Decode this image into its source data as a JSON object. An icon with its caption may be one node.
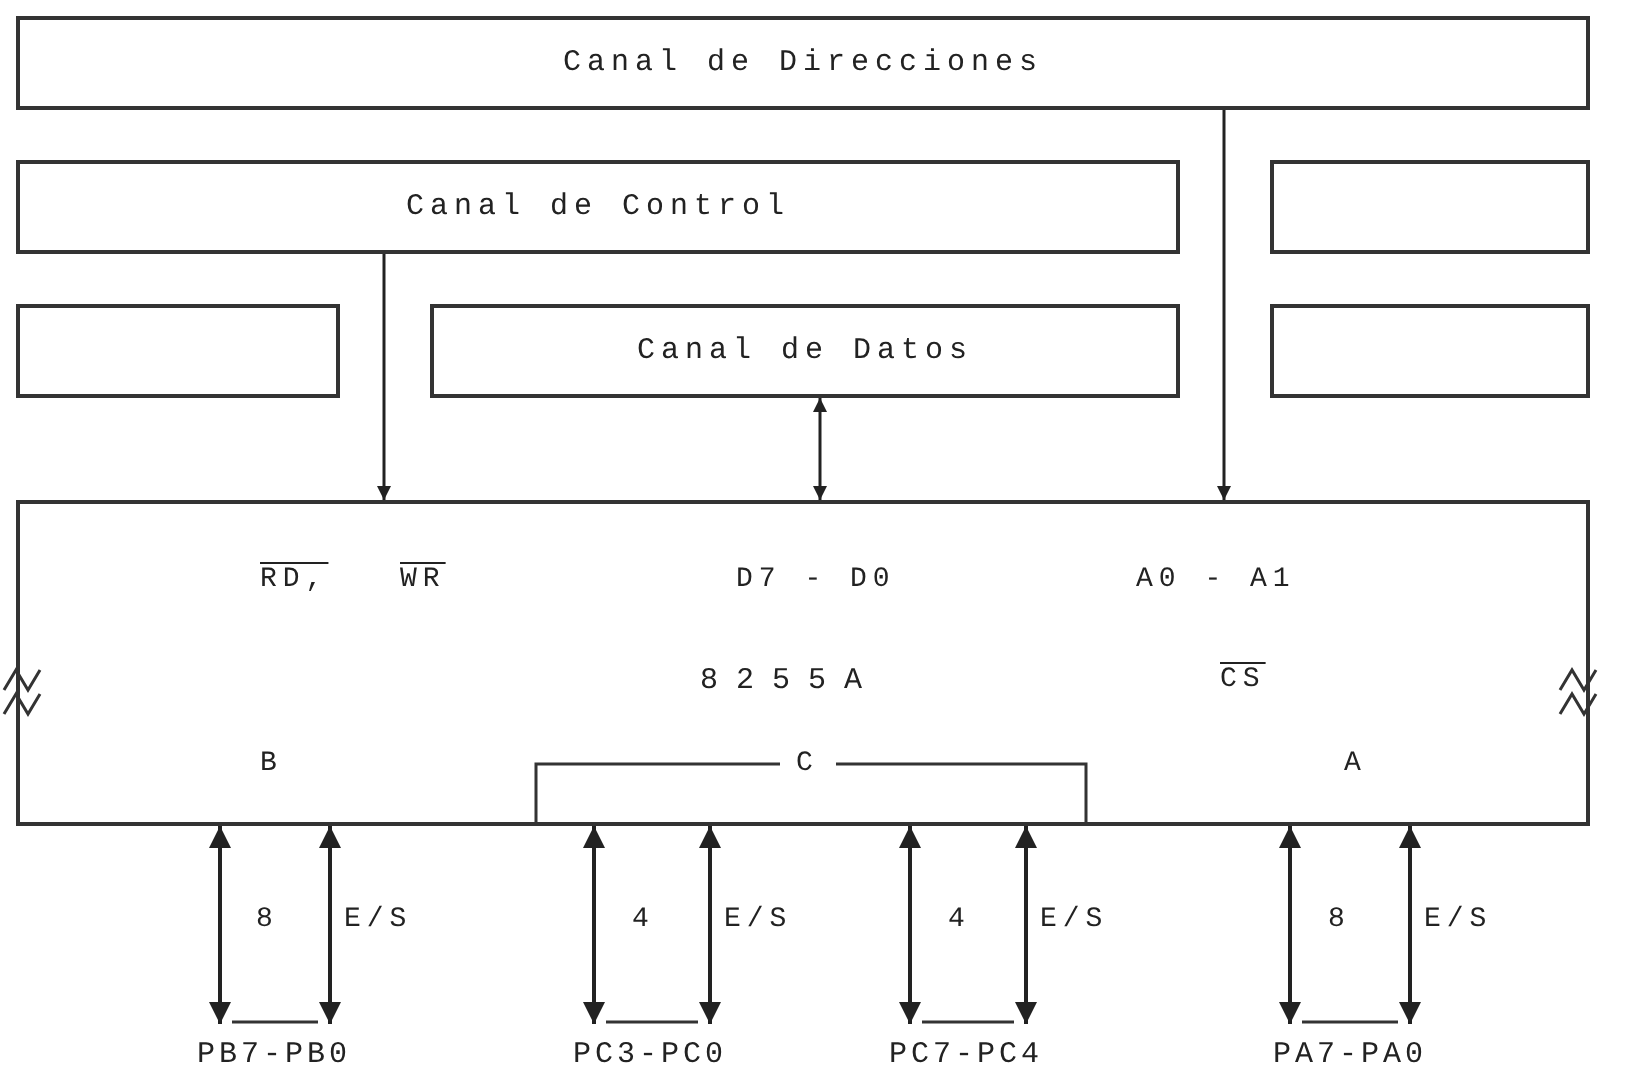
{
  "diagram": {
    "nodes": [
      {
        "text": [
          "Canal de Direcciones"
        ]
      },
      {
        "text": [
          "Canal de Control"
        ]
      },
      {
        "text": [
          "Canal de Datos"
        ]
      },
      {
        "text": [
          "8255A"
        ]
      },
      {
        "text": [
          "PB7-PB0"
        ]
      },
      {
        "text": [
          "PC3-PC0"
        ]
      },
      {
        "text": [
          "PC7-PC4"
        ]
      },
      {
        "text": [
          "PA7-PA0"
        ]
      },
      {
        "text": [],
        "shape": "box"
      },
      {
        "text": [],
        "shape": "box"
      },
      {
        "text": [],
        "shape": "box"
      }
    ],
    "edges": [
      {
        "from": 1,
        "to": 3,
        "arrow": "to"
      },
      {
        "from": 2,
        "to": 3,
        "arrow": "both"
      },
      {
        "from": 0,
        "to": 3,
        "arrow": "to"
      },
      {
        "from": 3,
        "to": 4,
        "arrow": "both",
        "label": "8"
      },
      {
        "from": 3,
        "to": 4,
        "arrow": "both",
        "label": "E/S"
      },
      {
        "from": 3,
        "to": 5,
        "arrow": "both",
        "label": "4"
      },
      {
        "from": 3,
        "to": 5,
        "arrow": "both",
        "label": "E/S"
      },
      {
        "from": 3,
        "to": 6,
        "arrow": "both",
        "label": "4"
      },
      {
        "from": 3,
        "to": 6,
        "arrow": "both",
        "label": "E/S"
      },
      {
        "from": 3,
        "to": 7,
        "arrow": "both",
        "label": "8"
      },
      {
        "from": 3,
        "to": 7,
        "arrow": "both",
        "label": "E/S"
      }
    ],
    "labels": [
      "RD,",
      "WR",
      "D7 - D0",
      "A0 - A1",
      "CS",
      "B",
      "C",
      "A"
    ]
  }
}
